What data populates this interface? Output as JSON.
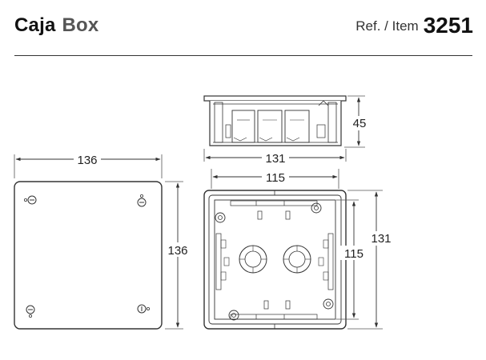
{
  "header": {
    "title_es": "Caja",
    "title_en": "Box",
    "ref_label": "Ref. / Item",
    "ref_number": "3251"
  },
  "dimensions": {
    "lid_width": "136",
    "lid_height": "136",
    "box_depth": "45",
    "box_outer_width": "131",
    "box_inner_width": "115",
    "box_outer_height": "131",
    "box_inner_height": "115"
  },
  "colors": {
    "line": "#333333",
    "text": "#222222"
  }
}
